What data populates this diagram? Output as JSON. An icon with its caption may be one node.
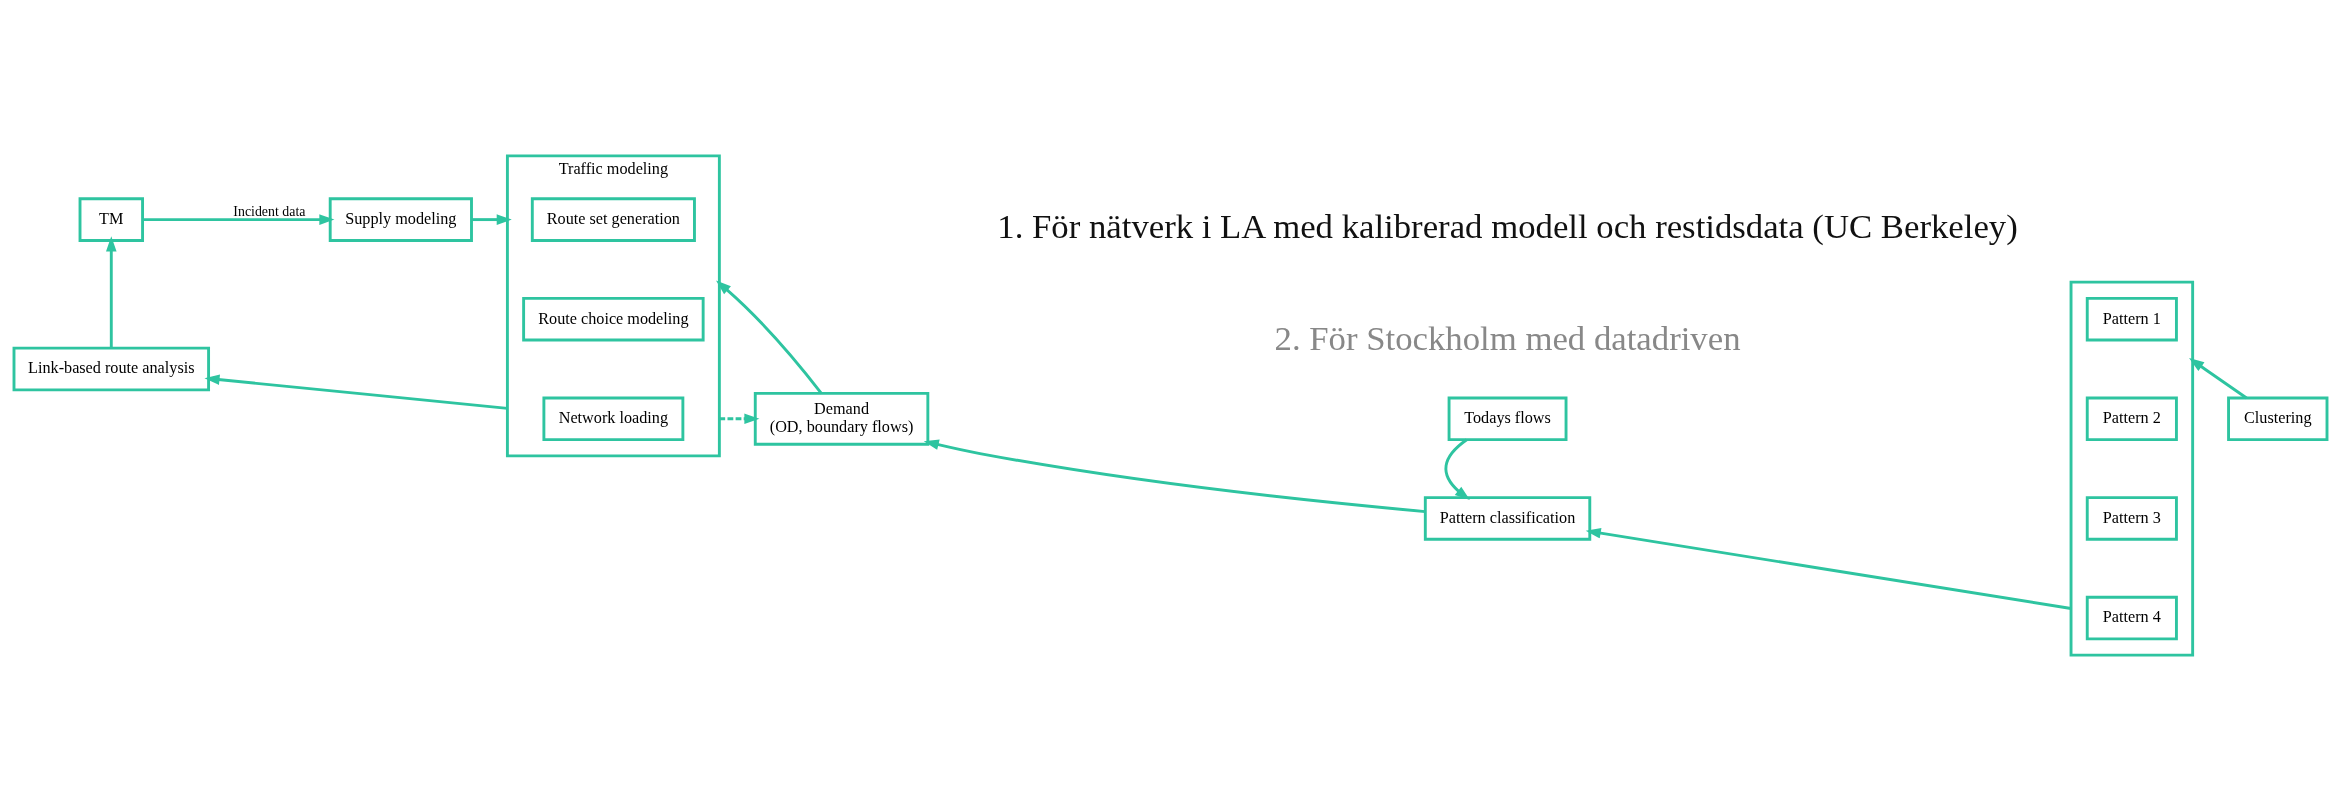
{
  "diagram": {
    "nodes": [
      {
        "text": [
          "TM"
        ]
      },
      {
        "text": [
          "Supply modeling"
        ]
      },
      {
        "text": [
          "Traffic modeling"
        ]
      },
      {
        "text": [
          "Route set generation"
        ],
        "in": 2
      },
      {
        "text": [
          "Route choice modeling"
        ],
        "in": 2
      },
      {
        "text": [
          "Network loading"
        ],
        "in": 2
      },
      {
        "text": [
          "Demand",
          "(OD, boundary flows)"
        ]
      },
      {
        "text": [
          "Pattern classification"
        ]
      },
      {
        "text": [
          "Todays flows"
        ]
      },
      {
        "text": [],
        "shape": "box"
      },
      {
        "text": [
          "Pattern 1"
        ],
        "in": 9
      },
      {
        "text": [
          "Pattern 2"
        ],
        "in": 9
      },
      {
        "text": [
          "Pattern 3"
        ],
        "in": 9
      },
      {
        "text": [
          "Pattern 4"
        ],
        "in": 9
      },
      {
        "text": [
          "Clustering"
        ]
      },
      {
        "text": [
          "Link-based route analysis"
        ]
      }
    ],
    "edges": [
      {
        "from": 0,
        "to": 1,
        "arrow": "to",
        "label": "Incident data"
      },
      {
        "from": 1,
        "to": 2,
        "arrow": "to"
      },
      {
        "from": 6,
        "to": 2,
        "arrow": "to"
      },
      {
        "from": 2,
        "to": 6,
        "arrow": "to",
        "style": "dashed"
      },
      {
        "from": 7,
        "to": 6,
        "arrow": "to"
      },
      {
        "from": 8,
        "to": 7,
        "arrow": "to"
      },
      {
        "from": 9,
        "to": 7,
        "arrow": "to"
      },
      {
        "from": 14,
        "to": 9,
        "arrow": "to"
      },
      {
        "from": 2,
        "to": 15,
        "arrow": "to"
      },
      {
        "from": 15,
        "to": 0,
        "arrow": "to"
      }
    ],
    "labels": [
      "1. För nätverk i LA med kalibrerad modell och restidsdata (UC Berkeley)",
      "2. För Stockholm med datadriven"
    ]
  }
}
